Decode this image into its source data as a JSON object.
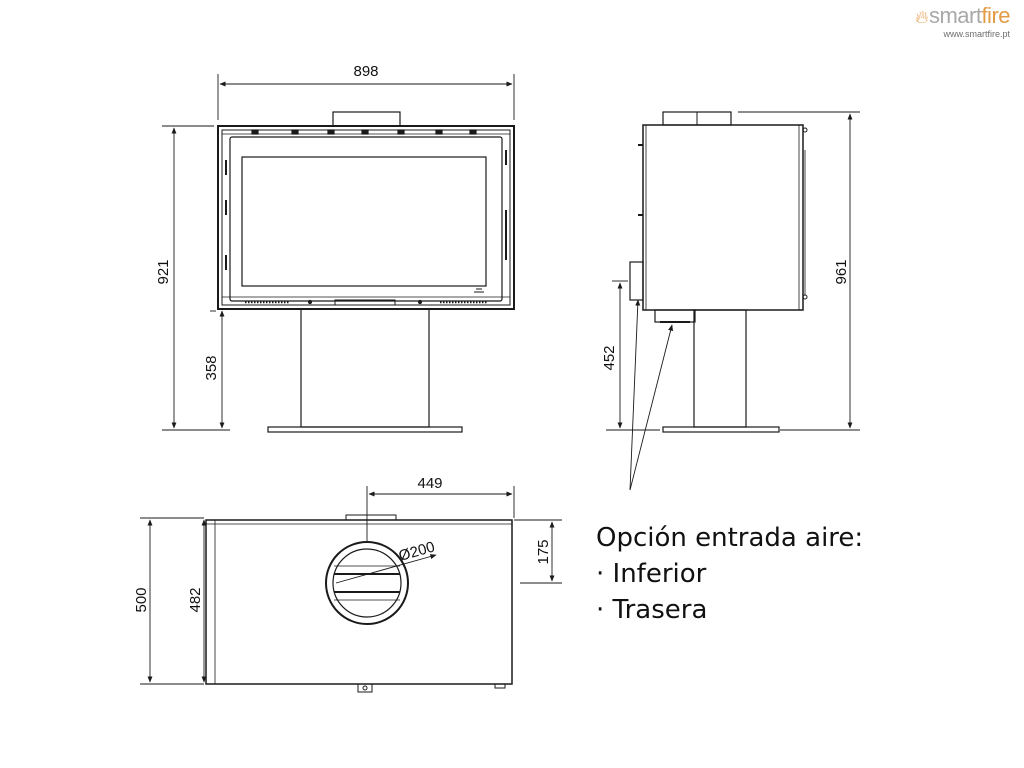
{
  "brand": {
    "name_prefix": "smart",
    "name_accent": "fire",
    "url": "www.smartfire.pt",
    "flame_color": "#e8a55b"
  },
  "dimensions": {
    "front_width": "898",
    "front_height": "921",
    "front_pedestal_height": "358",
    "side_height": "961",
    "side_inlet_height": "452",
    "top_offset": "449",
    "top_depth": "500",
    "top_inner_depth": "482",
    "top_duct_offset": "175",
    "duct_diameter": "Ø200"
  },
  "note": {
    "title": "Opción entrada aire:",
    "items": [
      "· Inferior",
      "· Trasera"
    ]
  },
  "colors": {
    "line": "#1a1a1a"
  }
}
